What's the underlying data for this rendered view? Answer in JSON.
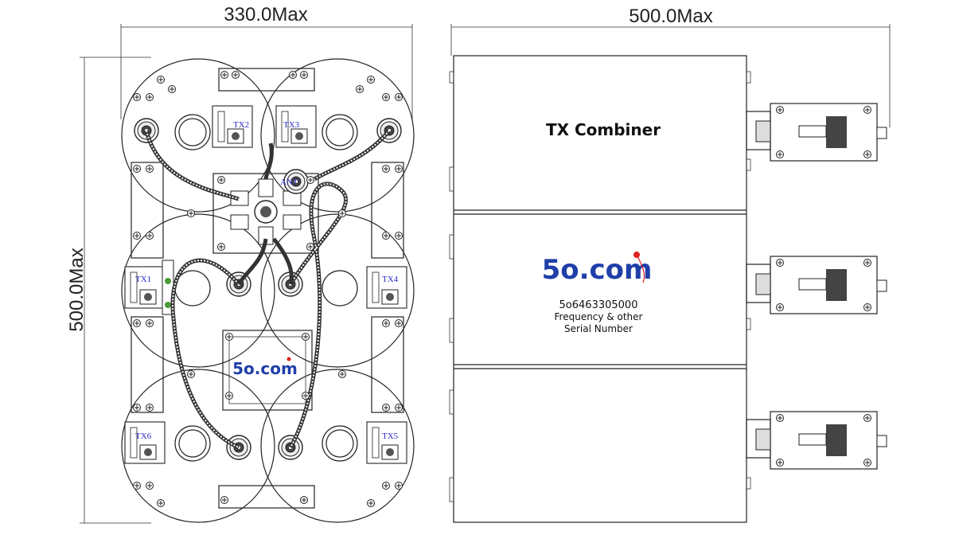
{
  "dimensions": {
    "width": "330.0Max",
    "height": "500.0Max",
    "depth": "500.0Max"
  },
  "ports": {
    "tx1": "TX1",
    "tx2": "TX2",
    "tx3": "TX3",
    "tx4": "TX4",
    "tx5": "TX5",
    "tx6": "TX6",
    "ant": "ANT"
  },
  "logo": {
    "front": "5o.com",
    "side": "5o.com",
    "dot_color": "#e02020",
    "text_color": "#1f3fa8"
  },
  "label": {
    "title": "TX Combiner",
    "serial": "5o6463305000",
    "line2": "Frequency & other",
    "line3": "Serial Number"
  }
}
